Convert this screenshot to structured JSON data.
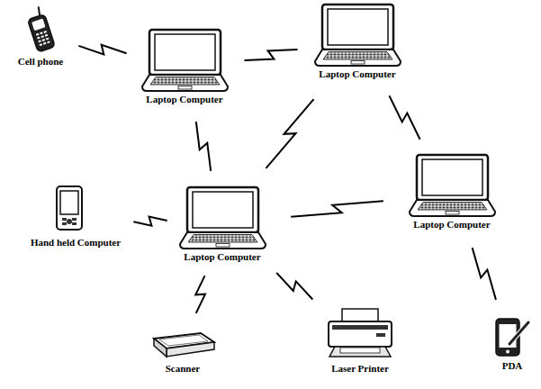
{
  "diagram": {
    "nodes": [
      {
        "text": [
          "Cell phone"
        ]
      },
      {
        "text": [
          "Laptop Computer"
        ]
      },
      {
        "text": [
          "Laptop Computer"
        ]
      },
      {
        "text": [
          "Hand held Computer"
        ]
      },
      {
        "text": [
          "Laptop Computer"
        ]
      },
      {
        "text": [
          "Laptop Computer"
        ]
      },
      {
        "text": [
          "PDA"
        ]
      },
      {
        "text": [
          "Scanner"
        ]
      },
      {
        "text": [
          "Laser Printer"
        ]
      }
    ],
    "edges": [
      {
        "from": 0,
        "to": 1,
        "arrow": "none"
      },
      {
        "from": 1,
        "to": 2,
        "arrow": "none"
      },
      {
        "from": 1,
        "to": 4,
        "arrow": "none"
      },
      {
        "from": 4,
        "to": 2,
        "arrow": "none"
      },
      {
        "from": 2,
        "to": 5,
        "arrow": "none"
      },
      {
        "from": 3,
        "to": 4,
        "arrow": "none"
      },
      {
        "from": 4,
        "to": 5,
        "arrow": "none"
      },
      {
        "from": 5,
        "to": 6,
        "arrow": "none"
      },
      {
        "from": 4,
        "to": 7,
        "arrow": "none"
      },
      {
        "from": 4,
        "to": 8,
        "arrow": "none"
      }
    ]
  }
}
